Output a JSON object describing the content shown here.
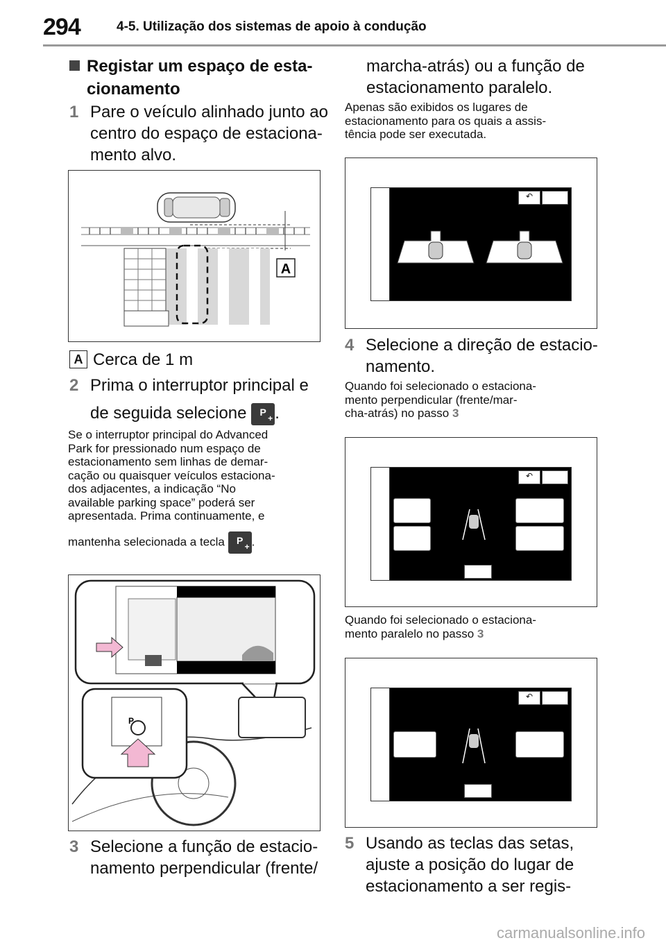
{
  "page": {
    "number": "294",
    "section_title": "4-5. Utilização dos sistemas de apoio à condução",
    "footer": "carmanualsonline.info"
  },
  "left": {
    "heading_line1": "Registar um espaço de esta-",
    "heading_line2": "cionamento",
    "step1_num": "1",
    "step1_lines": [
      "Pare o veículo alinhado junto ao",
      "centro do espaço de estaciona-",
      "mento alvo."
    ],
    "fig1_label": "A",
    "legend_label": "A",
    "legend_text": "Cerca de 1 m",
    "step2_num": "2",
    "step2_line1": "Prima o interruptor principal e",
    "step2_line2": "de seguida selecione",
    "step2_end": ".",
    "note_lines": [
      "Se o interruptor principal do Advanced",
      "Park for pressionado num espaço de",
      "estacionamento sem linhas de demar-",
      "cação ou quaisquer veículos estaciona-",
      "dos adjacentes, a indicação “No",
      "available parking space” poderá ser",
      "apresentada. Prima continuamente, e"
    ],
    "note_last": "mantenha selecionada a tecla",
    "note_end": ".",
    "p_icon": "P",
    "step3_num": "3",
    "step3_lines": [
      "Selecione a função de estacio-",
      "namento perpendicular (frente/"
    ]
  },
  "right": {
    "cont_lines": [
      "marcha-atrás) ou a função de",
      "estacionamento paralelo."
    ],
    "note1_lines": [
      "Apenas são exibidos os lugares de",
      "estacionamento para os quais a assis-",
      "tência pode ser executada."
    ],
    "step4_num": "4",
    "step4_lines": [
      "Selecione a direção de estacio-",
      "namento."
    ],
    "note2_lines": [
      "Quando foi selecionado o estaciona-",
      "mento perpendicular (frente/mar-",
      "cha-atrás) no passo"
    ],
    "note2_ref": "3",
    "note3_lines": [
      "Quando foi selecionado o estaciona-"
    ],
    "note3_last": "mento paralelo no passo",
    "note3_ref": "3",
    "step5_num": "5",
    "step5_lines": [
      "Usando as teclas das setas,",
      "ajuste a posição do lugar de",
      "estacionamento a ser regis-"
    ]
  },
  "icons": {
    "bullet": "square-bullet-icon",
    "parking_button": "parking-assist-icon",
    "back": "back-arrow-icon"
  }
}
